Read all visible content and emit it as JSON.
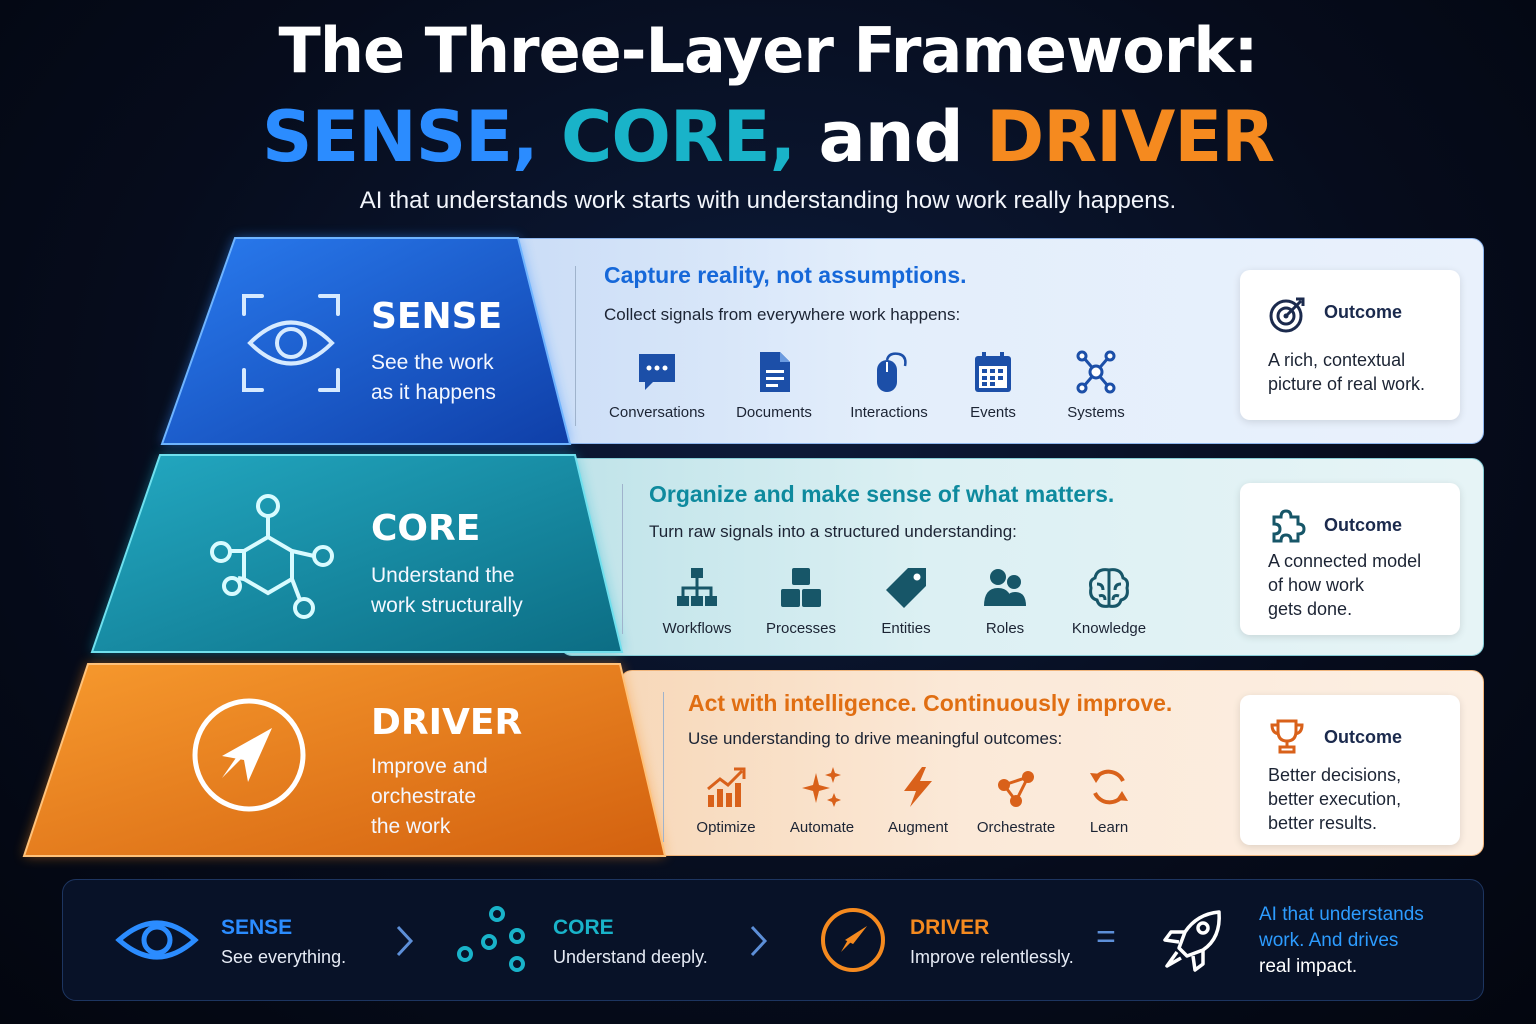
{
  "title": {
    "line1": "The Three-Layer Framework:",
    "sense": "SENSE",
    "comma1": ",",
    "core": "CORE",
    "comma2": ",",
    "and": "and",
    "driver": "DRIVER"
  },
  "subtitle": "AI that understands work starts with understanding how work really happens.",
  "colors": {
    "sense": "#2b8cff",
    "core": "#19b3c9",
    "driver": "#f58a1f"
  },
  "layers": [
    {
      "name": "SENSE",
      "desc": [
        "See the work",
        "as it happens"
      ],
      "icon": "eye-icon",
      "heading": "Capture reality, not assumptions.",
      "text": "Collect signals from everywhere work happens:",
      "items": [
        {
          "label": "Conversations",
          "icon": "chat-icon"
        },
        {
          "label": "Documents",
          "icon": "document-icon"
        },
        {
          "label": "Interactions",
          "icon": "mouse-icon"
        },
        {
          "label": "Events",
          "icon": "calendar-icon"
        },
        {
          "label": "Systems",
          "icon": "network-icon"
        }
      ],
      "outcome_title": "Outcome",
      "outcome_icon": "target-icon",
      "outcome": [
        "A rich, contextual",
        "picture of real work."
      ]
    },
    {
      "name": "CORE",
      "desc": [
        "Understand the",
        "work structurally"
      ],
      "icon": "hexagon-network-icon",
      "heading": "Organize and make sense of what matters.",
      "text": "Turn raw signals into a structured understanding:",
      "items": [
        {
          "label": "Workflows",
          "icon": "workflow-icon"
        },
        {
          "label": "Processes",
          "icon": "cubes-icon"
        },
        {
          "label": "Entities",
          "icon": "tag-icon"
        },
        {
          "label": "Roles",
          "icon": "people-icon"
        },
        {
          "label": "Knowledge",
          "icon": "brain-icon"
        }
      ],
      "outcome_title": "Outcome",
      "outcome_icon": "puzzle-icon",
      "outcome": [
        "A connected model",
        "of how work",
        "gets done."
      ]
    },
    {
      "name": "DRIVER",
      "desc": [
        "Improve and",
        "orchestrate",
        "the work"
      ],
      "icon": "compass-icon",
      "heading": "Act with intelligence. Continuously improve.",
      "text": "Use understanding to drive meaningful outcomes:",
      "items": [
        {
          "label": "Optimize",
          "icon": "growth-chart-icon"
        },
        {
          "label": "Automate",
          "icon": "sparkle-icon"
        },
        {
          "label": "Augment",
          "icon": "lightning-icon"
        },
        {
          "label": "Orchestrate",
          "icon": "nodes-icon"
        },
        {
          "label": "Learn",
          "icon": "refresh-icon"
        }
      ],
      "outcome_title": "Outcome",
      "outcome_icon": "trophy-icon",
      "outcome": [
        "Better decisions,",
        "better execution,",
        "better results."
      ]
    }
  ],
  "summary": {
    "sense_name": "SENSE",
    "sense_desc": "See everything.",
    "core_name": "CORE",
    "core_desc": "Understand deeply.",
    "driver_name": "DRIVER",
    "driver_desc": "Improve relentlessly.",
    "equals": "=",
    "final": [
      "AI that understands",
      "work. And drives",
      "real impact."
    ],
    "final_icon": "rocket-icon"
  }
}
